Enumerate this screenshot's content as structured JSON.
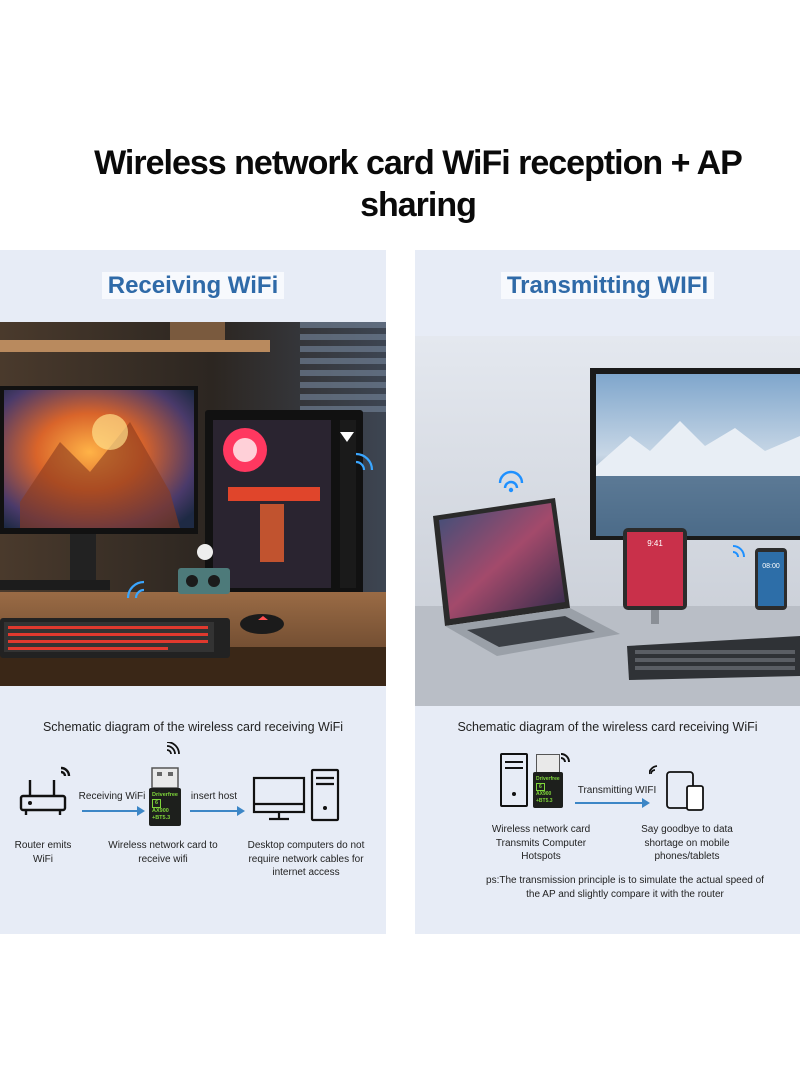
{
  "headline": {
    "line1": "Wireless network card WiFi reception + AP",
    "line2": "sharing"
  },
  "left_panel": {
    "title": "Receiving WiFi",
    "caption": "Schematic diagram of the wireless card receiving WiFi",
    "labels": {
      "arrow1": "Receiving WiFi",
      "arrow2": "insert host",
      "router": "Router emits\nWiFi",
      "card": "Wireless network card to\nreceive wifi",
      "desktop": "Desktop computers do not\nrequire network cables for\ninternet access"
    },
    "dongle_text": {
      "line1": "Driverfree",
      "badge": "6",
      "line2": "AX900",
      "line3": "+BT5.3"
    }
  },
  "right_panel": {
    "title": "Transmitting WIFI",
    "caption": "Schematic diagram of the wireless card receiving WiFi",
    "labels": {
      "arrow": "Transmitting WIFI",
      "card": "Wireless network card\nTransmits Computer\nHotspots",
      "devices": "Say goodbye to data\nshortage on mobile\nphones/tablets",
      "note": "ps:The transmission principle is to simulate the actual speed of\nthe AP and slightly compare it with the router"
    },
    "dongle_text": {
      "line1": "Driverfree",
      "badge": "6",
      "line2": "AX900",
      "line3": "+BT5.3"
    },
    "tablet_time": "9:41",
    "phone_time": "08:00"
  },
  "colors": {
    "panel_bg": "#e7ecf6",
    "title_blue": "#2f6aa8",
    "arrow_blue": "#3c86c6",
    "dongle_green": "#7fd63a"
  }
}
